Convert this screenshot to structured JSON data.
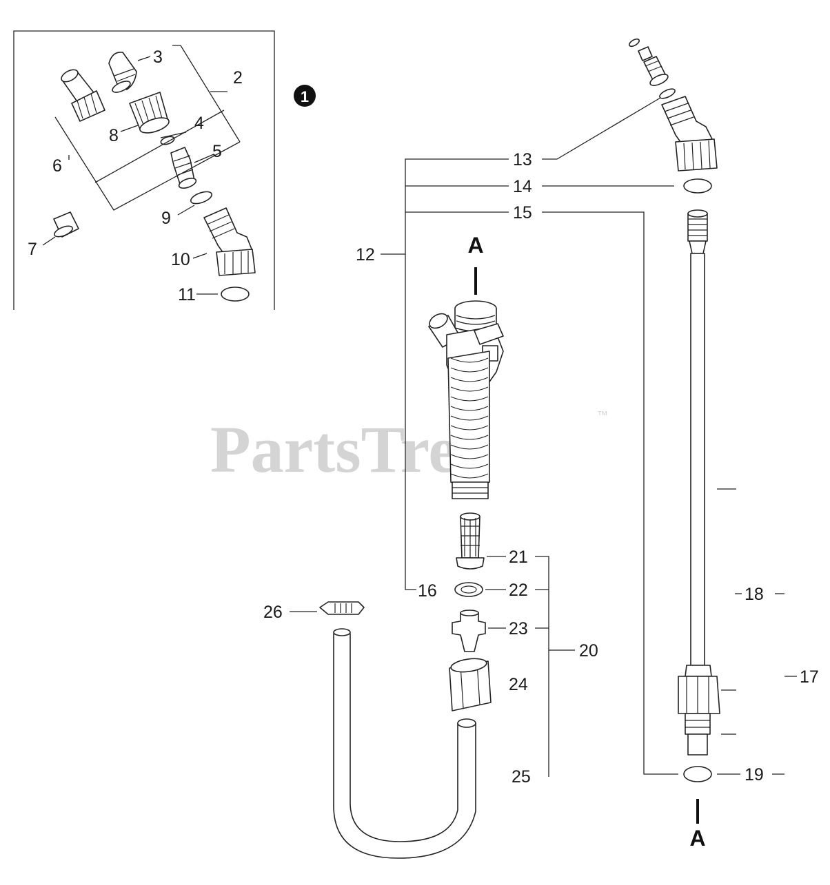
{
  "diagram": {
    "watermark": {
      "text": "PartsTree",
      "trademark": "™"
    },
    "inset_marker": "1",
    "section_marks": {
      "top": "A",
      "bottom": "A"
    },
    "callouts": [
      "2",
      "3",
      "4",
      "5",
      "6",
      "7",
      "8",
      "9",
      "10",
      "11",
      "12",
      "13",
      "14",
      "15",
      "16",
      "17",
      "18",
      "19",
      "20",
      "21",
      "22",
      "23",
      "24",
      "25",
      "26"
    ]
  },
  "colors": {
    "ink": "#222222",
    "watermark": "#d4d4d4",
    "background": "#ffffff"
  }
}
